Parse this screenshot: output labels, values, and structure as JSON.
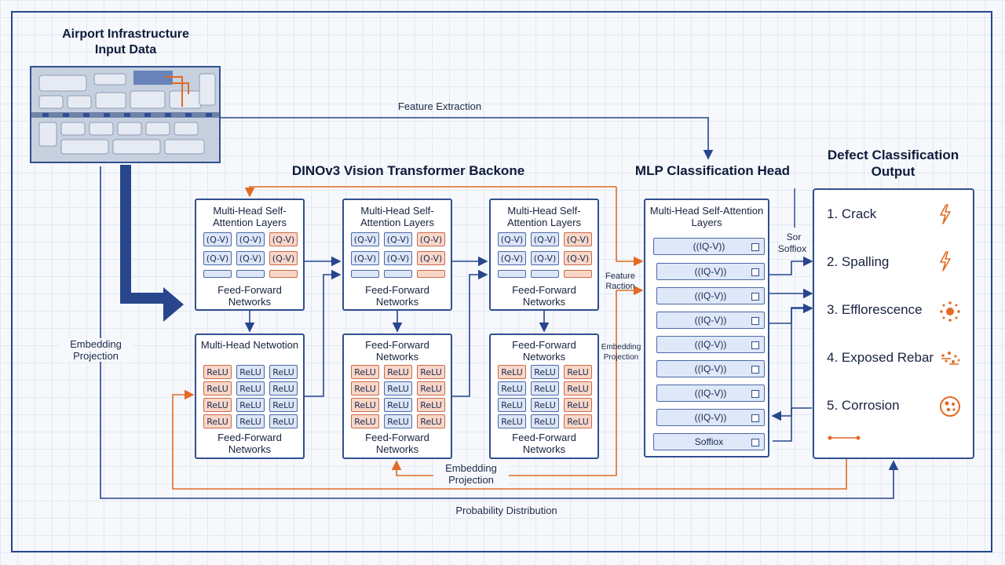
{
  "input": {
    "title_line1": "Airport Infrastructure",
    "title_line2": "Input Data"
  },
  "labels": {
    "feature_extraction": "Feature Extraction",
    "embedding_left": "Embedding Projection",
    "embedding_bottom": "Embedding Projection",
    "probability": "Probability Distribution",
    "feature_raction": "Feature Raction",
    "embedding_mid": "Embedding Projection",
    "sor": "Sor",
    "soffox": "Soffiox"
  },
  "backbone": {
    "title": "DINOv3 Vision Transformer Backone",
    "attn_title": "Multi-Head Self-Attention Layers",
    "attn_footer": "Feed-Forward Networks",
    "qv": "(Q-V)",
    "relu": "ReLU",
    "col1_lower_title": "Multi-Head Netwotion",
    "ffn_title": "Feed-Forward Networks",
    "ffn_footer": "Feed-Forward Networks"
  },
  "mlp": {
    "title": "MLP Classification Head",
    "box_title": "Multi-Head Self-Attention Layers",
    "row_label": "((IQ-V))",
    "row_label_first": "((IQ-V))",
    "softmax": "Soffiox"
  },
  "output": {
    "title_line1": "Defect Classification",
    "title_line2": "Output",
    "items": [
      {
        "label": "1. Crack",
        "icon": "lightning-icon"
      },
      {
        "label": "2. Spalling",
        "icon": "lightning-icon"
      },
      {
        "label": "3. Efflorescence",
        "icon": "burst-icon"
      },
      {
        "label": "4. Exposed Rebar",
        "icon": "scatter-icon"
      },
      {
        "label": "5. Corrosion",
        "icon": "spots-icon"
      }
    ]
  },
  "colors": {
    "navy": "#27468c",
    "orange": "#e36a23",
    "cell_blue": "#dce6f7",
    "cell_orange": "#f9d7c8"
  }
}
